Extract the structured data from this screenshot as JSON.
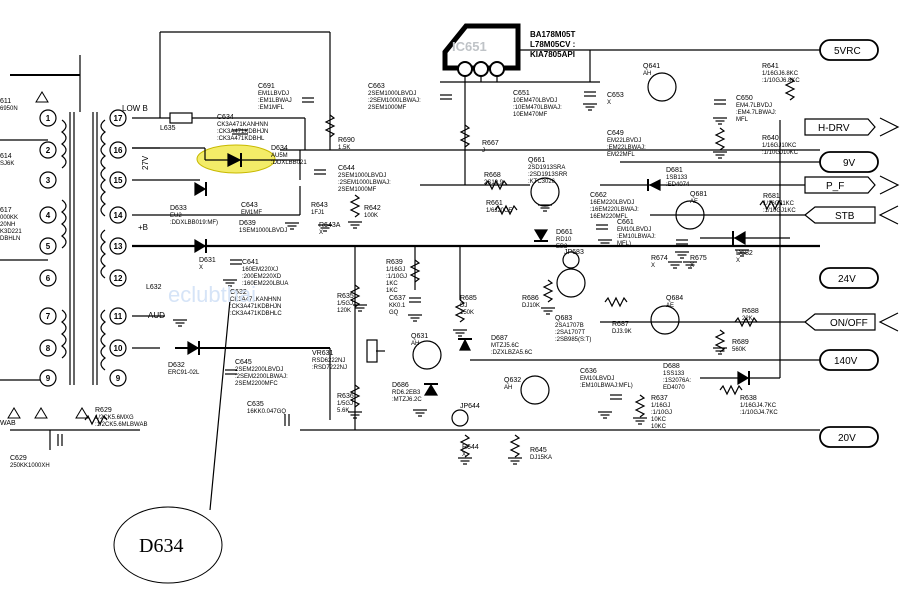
{
  "ic": {
    "id": "IC651",
    "part_lines": [
      "BA178M05T",
      "L78M05CV :",
      "KIA7805API"
    ]
  },
  "rails": [
    {
      "key": "v5vrc",
      "label": "5VRC"
    },
    {
      "key": "hdrv",
      "label": "H-DRV"
    },
    {
      "key": "v9",
      "label": "9V"
    },
    {
      "key": "pf",
      "label": "P_F"
    },
    {
      "key": "stb",
      "label": "STB"
    },
    {
      "key": "v24",
      "label": "24V"
    },
    {
      "key": "onoff",
      "label": "ON/OFF"
    },
    {
      "key": "v140",
      "label": "140V"
    },
    {
      "key": "v20",
      "label": "20V"
    }
  ],
  "transformer": {
    "pins_left": [
      "1",
      "2",
      "3",
      "4",
      "5",
      "6",
      "7",
      "8",
      "9"
    ],
    "pins_right": [
      "17",
      "16",
      "15",
      "14",
      "13",
      "12",
      "11",
      "10",
      "9"
    ],
    "labels": [
      "LOW B",
      "27V",
      "+B",
      "AUD"
    ]
  },
  "left_parts": [
    {
      "key": "p611",
      "lines": [
        "611",
        "6950N"
      ]
    },
    {
      "key": "d614",
      "lines": [
        "614",
        "SJ6K"
      ]
    },
    {
      "key": "d617",
      "lines": [
        "617",
        "000KK",
        "20NH",
        "K3D221",
        "DBHLN"
      ]
    },
    {
      "key": "c629",
      "lines": [
        "C629",
        "250KK1000XH"
      ]
    },
    {
      "key": "r629",
      "lines": [
        "R629",
        "1/2CK5.6MXG",
        ":1/2CK5.6MLBWAB"
      ]
    },
    {
      "key": "wab",
      "lines": [
        "WAB"
      ]
    }
  ],
  "components": [
    {
      "key": "l635",
      "lines": [
        "L635"
      ]
    },
    {
      "key": "c634",
      "lines": [
        "C634",
        "CK3A471KANHNN",
        ":CK3A471KDBHJN",
        ":CK3A471KDBHL"
      ]
    },
    {
      "key": "c691",
      "lines": [
        "C691",
        "EM1LBVDJ",
        ":EM1LBWAJ",
        ":EM1MFL"
      ]
    },
    {
      "key": "c663",
      "lines": [
        "C663",
        "2SEM1000LBVDJ",
        ":2SEM1000LBWAJ:",
        "2SEM1000MF"
      ]
    },
    {
      "key": "r690",
      "lines": [
        "R690",
        "1.5K"
      ]
    },
    {
      "key": "d634lbl",
      "lines": [
        "D634",
        "AU5M",
        ":DDXLBB021"
      ]
    },
    {
      "key": "c644",
      "lines": [
        "C644",
        "2SEM1000LBVDJ",
        ":2SEM1000LBWAJ:",
        "2SEM1000MF"
      ]
    },
    {
      "key": "c651",
      "lines": [
        "C651",
        "10EM470LBVDJ",
        ":10EM470LBWAJ:",
        "10EM470MF"
      ]
    },
    {
      "key": "c653",
      "lines": [
        "C653",
        "X"
      ]
    },
    {
      "key": "r667",
      "lines": [
        "R667",
        "J"
      ]
    },
    {
      "key": "q641",
      "lines": [
        "Q641",
        "AH"
      ]
    },
    {
      "key": "r641",
      "lines": [
        "R641",
        "1/16GJ6.8KC",
        ":1/10GJ6.8KC"
      ]
    },
    {
      "key": "c650",
      "lines": [
        "C650",
        "EM4.7LBVDJ",
        ":EM4.7LBWAJ:",
        "MFL"
      ]
    },
    {
      "key": "c649",
      "lines": [
        "C649",
        "EM22LBVDJ",
        ":EM22LBWAJ:",
        "EM22MFL"
      ]
    },
    {
      "key": "r640",
      "lines": [
        "R640",
        "1/16GJ10KC",
        ":1/10GJ10KC"
      ]
    },
    {
      "key": "d633",
      "lines": [
        "D633",
        "EU2",
        ":DDXLBB019:MF)"
      ]
    },
    {
      "key": "c643",
      "lines": [
        "C643",
        "EM1MF"
      ]
    },
    {
      "key": "r643",
      "lines": [
        "R643",
        "1FJ1"
      ]
    },
    {
      "key": "r643a",
      "lines": [
        "R643A",
        "X"
      ]
    },
    {
      "key": "r642",
      "lines": [
        "R642",
        "100K"
      ]
    },
    {
      "key": "d639",
      "lines": [
        "D639",
        "1SEM1000LBVDJ"
      ]
    },
    {
      "key": "c641",
      "lines": [
        "C641",
        "160EM220XJ",
        ":200EM220XD",
        ":160EM220LBUA"
      ]
    },
    {
      "key": "d631",
      "lines": [
        "D631",
        "X"
      ]
    },
    {
      "key": "r668",
      "lines": [
        "R668",
        "2S10.9"
      ]
    },
    {
      "key": "q661",
      "lines": [
        "Q661",
        "2SD1913SRA",
        ":2SD1913SRR",
        ":KTC3026"
      ]
    },
    {
      "key": "d681",
      "lines": [
        "D681",
        "1SB133",
        ":ED4074"
      ]
    },
    {
      "key": "r661",
      "lines": [
        "R661",
        "1/6J20CE"
      ]
    },
    {
      "key": "c662",
      "lines": [
        "C662",
        "16EM220LBVDJ",
        ":16EM220LBWAJ:",
        "16EM220MFL"
      ]
    },
    {
      "key": "c661",
      "lines": [
        "C661",
        "EM10LBVDJ",
        ":EM10LBWAJ:",
        "MFL)"
      ]
    },
    {
      "key": "d661",
      "lines": [
        "D661",
        "RD10",
        "EB2"
      ]
    },
    {
      "key": "q681",
      "lines": [
        "Q681",
        "AE"
      ]
    },
    {
      "key": "r681",
      "lines": [
        "R681",
        "1/16GJ1KC",
        ":1/10GJ1KC"
      ]
    },
    {
      "key": "r674",
      "lines": [
        "R674",
        "X"
      ]
    },
    {
      "key": "r675",
      "lines": [
        "R675",
        "X"
      ]
    },
    {
      "key": "d682",
      "lines": [
        "D682",
        "X"
      ]
    },
    {
      "key": "jp683",
      "lines": [
        "JP683"
      ]
    },
    {
      "key": "r639",
      "lines": [
        "R639",
        "1/16GJ",
        ":1/10GJ",
        "1KC",
        "1KC"
      ]
    },
    {
      "key": "c637",
      "lines": [
        "C637",
        "KK0.1",
        "GQ"
      ]
    },
    {
      "key": "l632",
      "lines": [
        "L632"
      ]
    },
    {
      "key": "r635",
      "lines": [
        "R635",
        "1/5GJ",
        "120K"
      ]
    },
    {
      "key": "r685",
      "lines": [
        "R685",
        "DJ",
        "150K"
      ]
    },
    {
      "key": "r686",
      "lines": [
        "R686",
        "DJ10K"
      ]
    },
    {
      "key": "c632",
      "lines": [
        "C632",
        "CK3A471KANHNN",
        ":CK3A471KDBHJN",
        ":CK3A471KDBHLC"
      ]
    },
    {
      "key": "q683",
      "lines": [
        "Q683",
        "2SA1707B",
        ":2SA1707T",
        ":2SB985(S:T)"
      ]
    },
    {
      "key": "r687",
      "lines": [
        "R687",
        "DJ3.9K"
      ]
    },
    {
      "key": "q684",
      "lines": [
        "Q684",
        "AE"
      ]
    },
    {
      "key": "r688",
      "lines": [
        "R688",
        "22K"
      ]
    },
    {
      "key": "r689",
      "lines": [
        "R689",
        "560K"
      ]
    },
    {
      "key": "d687",
      "lines": [
        "D687",
        "MTZJ5.6C",
        ":DZXLBZA5.6C"
      ]
    },
    {
      "key": "vr631",
      "lines": [
        "VR631",
        "RSD6222NJ",
        ":RSD7222NJ"
      ]
    },
    {
      "key": "q631",
      "lines": [
        "Q631",
        "AH"
      ]
    },
    {
      "key": "d632",
      "lines": [
        "D632",
        "ERC91-02L"
      ]
    },
    {
      "key": "c645",
      "lines": [
        "C645",
        "2SEM2200LBVDJ",
        ":2SEM2200LBWAJ:",
        "2SEM2200MFC"
      ]
    },
    {
      "key": "d686",
      "lines": [
        "D686",
        "RD6.2EB3",
        ":MTZJ6.2C"
      ]
    },
    {
      "key": "r636",
      "lines": [
        "R636",
        "1/5GJ",
        "5.6K"
      ]
    },
    {
      "key": "c635",
      "lines": [
        "C635",
        "16KK0.047GQ"
      ]
    },
    {
      "key": "q632",
      "lines": [
        "Q632",
        "AH"
      ]
    },
    {
      "key": "c636",
      "lines": [
        "C636",
        "EM10LBVDJ",
        ":EM10LBWAJ:MFL)"
      ]
    },
    {
      "key": "d688",
      "lines": [
        "D688",
        "1SS133",
        ":1S2076A:",
        "ED4070"
      ]
    },
    {
      "key": "r637",
      "lines": [
        "R637",
        "1/16GJ",
        ":1/10GJ",
        "10KC",
        "10KC"
      ]
    },
    {
      "key": "r638",
      "lines": [
        "R638",
        "1/16GJ4.7KC",
        ":1/10GJ4.7KC"
      ]
    },
    {
      "key": "jp644",
      "lines": [
        "JP644"
      ]
    },
    {
      "key": "r644",
      "lines": [
        "R644",
        "X"
      ]
    },
    {
      "key": "r645",
      "lines": [
        "R645",
        "DJ15KA"
      ]
    }
  ],
  "callout": {
    "label": "D634"
  },
  "watermark": "eclubthai",
  "colors": {
    "highlight": "#f3ec68",
    "wire": "#000000",
    "ic_body": "#ffffff",
    "watermark": "#d6e4f7"
  }
}
